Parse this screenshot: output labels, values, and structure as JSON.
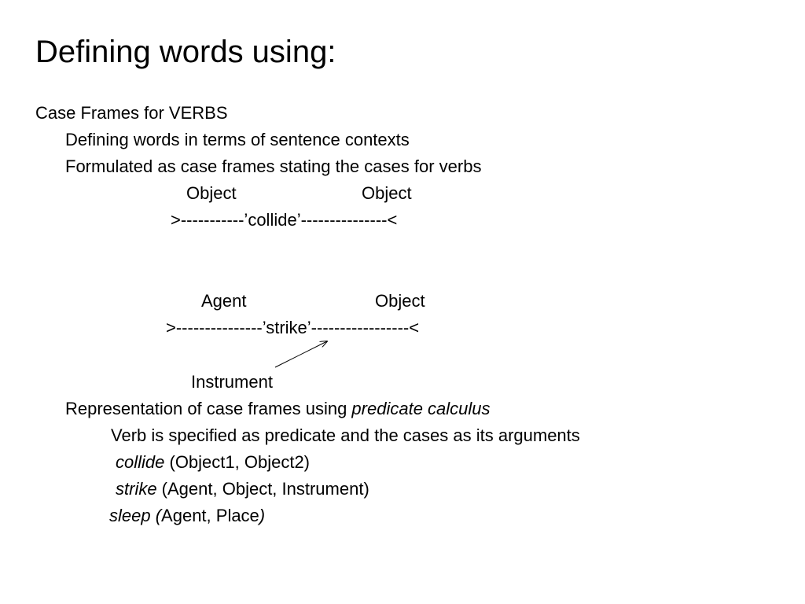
{
  "slide": {
    "title": "Defining words using:",
    "section_heading": "Case Frames for VERBS",
    "bullet1": "Defining words in terms of sentence contexts",
    "bullet2": "Formulated as case frames stating the cases for verbs",
    "frame1": {
      "left_case": "Object",
      "right_case": "Object",
      "line": ">-----------’collide’---------------<"
    },
    "frame2": {
      "left_case": "Agent",
      "right_case": "Object",
      "line": ">---------------’strike’-----------------<",
      "extra_case": "Instrument"
    },
    "bullet3": {
      "prefix": "Representation of case frames using ",
      "emph": "predicate calculus"
    },
    "sub1": "Verb is specified as predicate and the cases as its arguments",
    "ex1": {
      "verb": "collide",
      "args": " (Object1, Object2)"
    },
    "ex2": {
      "verb": "strike",
      "args": " (Agent, Object, Instrument)"
    },
    "ex3": {
      "verb": "sleep (",
      "args": "Agent, Place",
      "close": ")"
    }
  }
}
